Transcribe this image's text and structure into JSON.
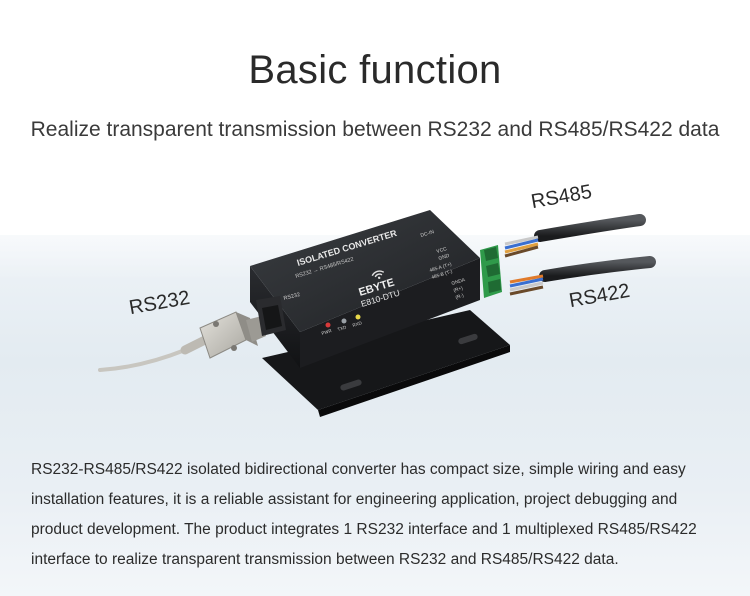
{
  "heading": "Basic function",
  "subheading": "Realize transparent transmission between RS232 and RS485/RS422 data",
  "labels": {
    "rs485": "RS485",
    "rs232": "RS232",
    "rs422": "RS422"
  },
  "device": {
    "name": "ISOLATED CONVERTER",
    "subname": "RS232 → RS485/RS422",
    "brand": "EBYTE",
    "model": "E810-DTU",
    "port_rs232": "RS232",
    "dc_in": "DC-IN",
    "vcc": "VCC",
    "gnd": "GND",
    "pin_485a": "485-A (T+)",
    "pin_485b": "485-B (T-)",
    "pin_gnda": "GNDA",
    "pin_r_plus": "(R+)",
    "pin_r_minus": "(R-)",
    "led_pwr": "PWR",
    "led_txd": "TXD",
    "led_rxd": "RXD"
  },
  "description": "RS232-RS485/RS422 isolated bidirectional converter has compact size, simple wiring and easy installation features, it is a reliable assistant for engineering application, project debugging and product development. The product integrates 1 RS232 interface and 1 multiplexed RS485/RS422 interface to realize transparent transmission between RS232 and RS485/RS422 data."
}
